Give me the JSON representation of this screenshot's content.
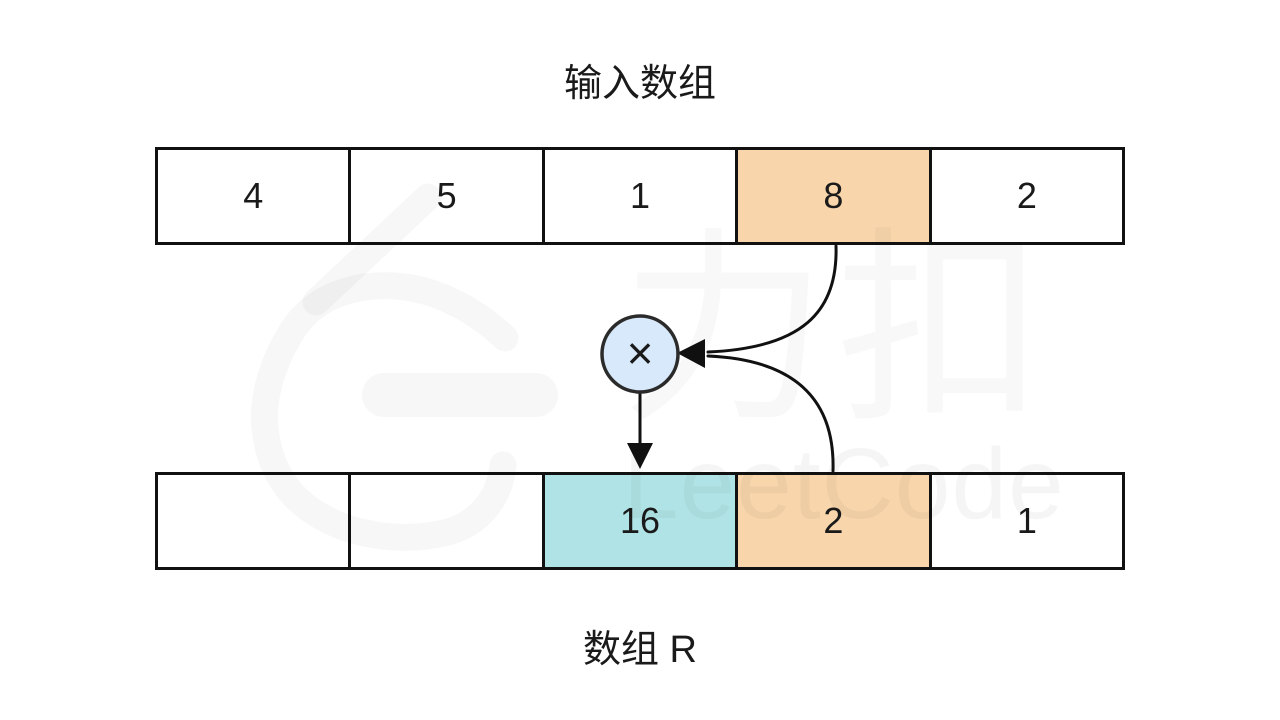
{
  "title": "输入数组",
  "operator": "×",
  "input_array": {
    "cells": [
      {
        "value": "4",
        "highlight": "none"
      },
      {
        "value": "5",
        "highlight": "none"
      },
      {
        "value": "1",
        "highlight": "none"
      },
      {
        "value": "8",
        "highlight": "orange"
      },
      {
        "value": "2",
        "highlight": "none"
      }
    ]
  },
  "result_array": {
    "label": "数组 R",
    "cells": [
      {
        "value": "",
        "highlight": "none"
      },
      {
        "value": "",
        "highlight": "none"
      },
      {
        "value": "16",
        "highlight": "teal"
      },
      {
        "value": "2",
        "highlight": "orange"
      },
      {
        "value": "1",
        "highlight": "none"
      }
    ]
  },
  "colors": {
    "orange": "#F8D5AB",
    "teal": "#B0E3E5",
    "operator_circle_fill": "#D7E9FB",
    "stroke": "#1A1A1A"
  },
  "watermark": {
    "text_cn": "力扣",
    "text_en": "LeetCode"
  }
}
